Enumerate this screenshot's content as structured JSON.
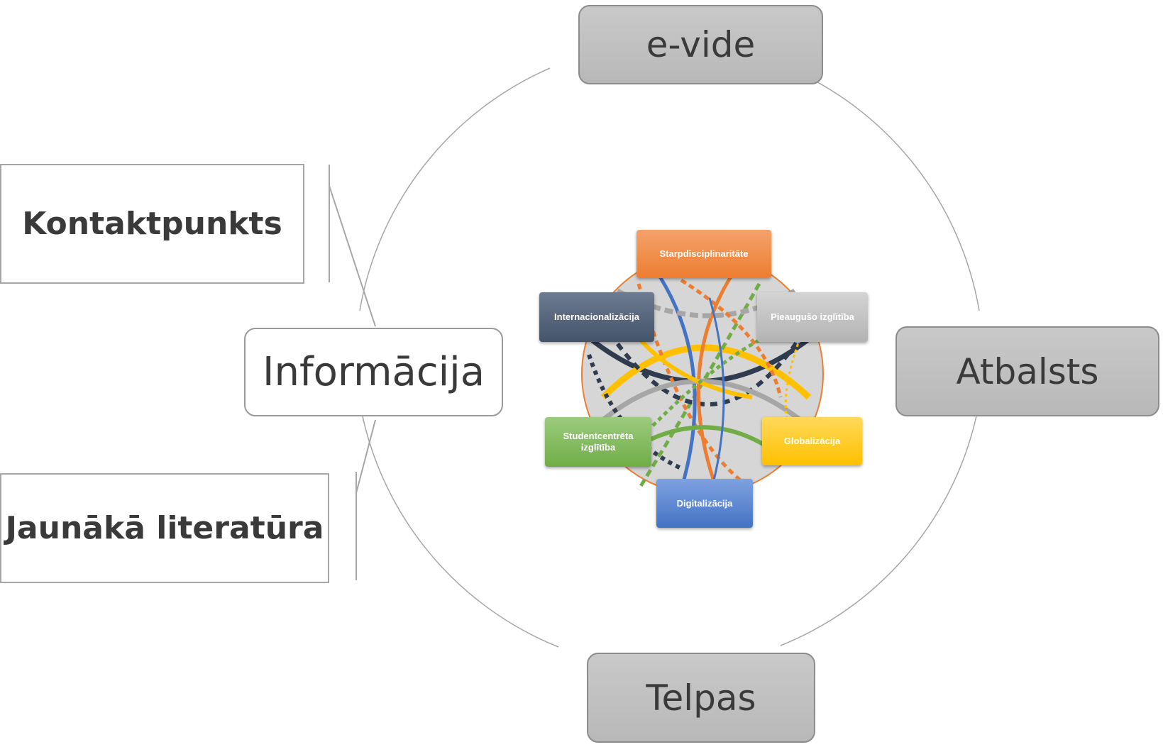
{
  "outer": {
    "top": "e-vide",
    "right": "Atbalsts",
    "bottom": "Telpas",
    "left": "Informācija"
  },
  "side_boxes": {
    "upper": "Kontaktpunkts",
    "lower": "Jaunākā literatūra"
  },
  "inner": {
    "top": "Starpdisciplinaritāte",
    "left_upper": "Internacionalizācija",
    "right_upper": "Pieaugušo izglītība",
    "left_lower": "Studentcentrēta izglītība",
    "right_lower": "Globalizācija",
    "bottom": "Digitalizācija"
  },
  "colors": {
    "orange": "#ed7d31",
    "navy": "#44546a",
    "silver": "#bfbfbf",
    "green": "#70ad47",
    "yellow": "#ffc000",
    "blue": "#4472c4"
  }
}
